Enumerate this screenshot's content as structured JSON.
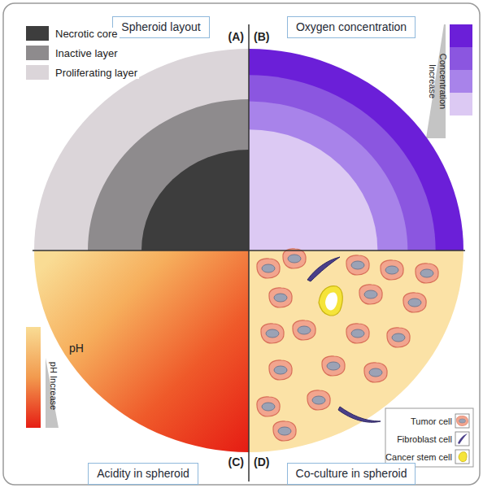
{
  "diagram": {
    "nodes": [
      {
        "text": [
          "Spheroid layout"
        ]
      },
      {
        "text": [
          "Oxygen concentration"
        ]
      },
      {
        "text": [
          "Acidity in spheroid"
        ]
      },
      {
        "text": [
          "Co-culture in spheroid"
        ]
      }
    ],
    "labels": [
      "(A)",
      "(B)",
      "(C)",
      "(D)",
      "Concentration Increase",
      "pH",
      "pH Increase"
    ],
    "legend": [
      {
        "text": "Necrotic core",
        "color": "#3d3d3d"
      },
      {
        "text": "Inactive layer",
        "color": "#8e8b8d"
      },
      {
        "text": "Proliferating layer",
        "color": "#dbd5d9"
      },
      {
        "text": "Tumor cell"
      },
      {
        "text": "Fibroblast cell"
      },
      {
        "text": "Cancer stem cell"
      }
    ]
  }
}
